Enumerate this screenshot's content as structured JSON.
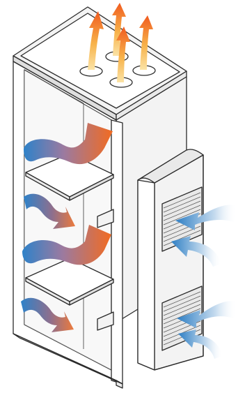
{
  "figure": {
    "subject": "enclosure-cooling-airflow",
    "parts": [
      {
        "id": "cabinet",
        "kind": "enclosure"
      },
      {
        "id": "shelf-upper",
        "kind": "shelf"
      },
      {
        "id": "shelf-lower",
        "kind": "shelf"
      },
      {
        "id": "side-cooling-unit",
        "kind": "heat-exchanger"
      },
      {
        "id": "inlet-grille-upper",
        "kind": "grille"
      },
      {
        "id": "inlet-grille-lower",
        "kind": "grille"
      },
      {
        "id": "roof-exhaust-ports",
        "kind": "vent",
        "count": 4
      }
    ],
    "airflow": {
      "hot_color": "#f26b21",
      "warm_color": "#f7c15a",
      "cool_color": "#2e82c9",
      "fresh_color": "#d9e8f5",
      "exhaust_arrows": 4,
      "internal_streams": 4,
      "intake_arrows": 4
    }
  }
}
